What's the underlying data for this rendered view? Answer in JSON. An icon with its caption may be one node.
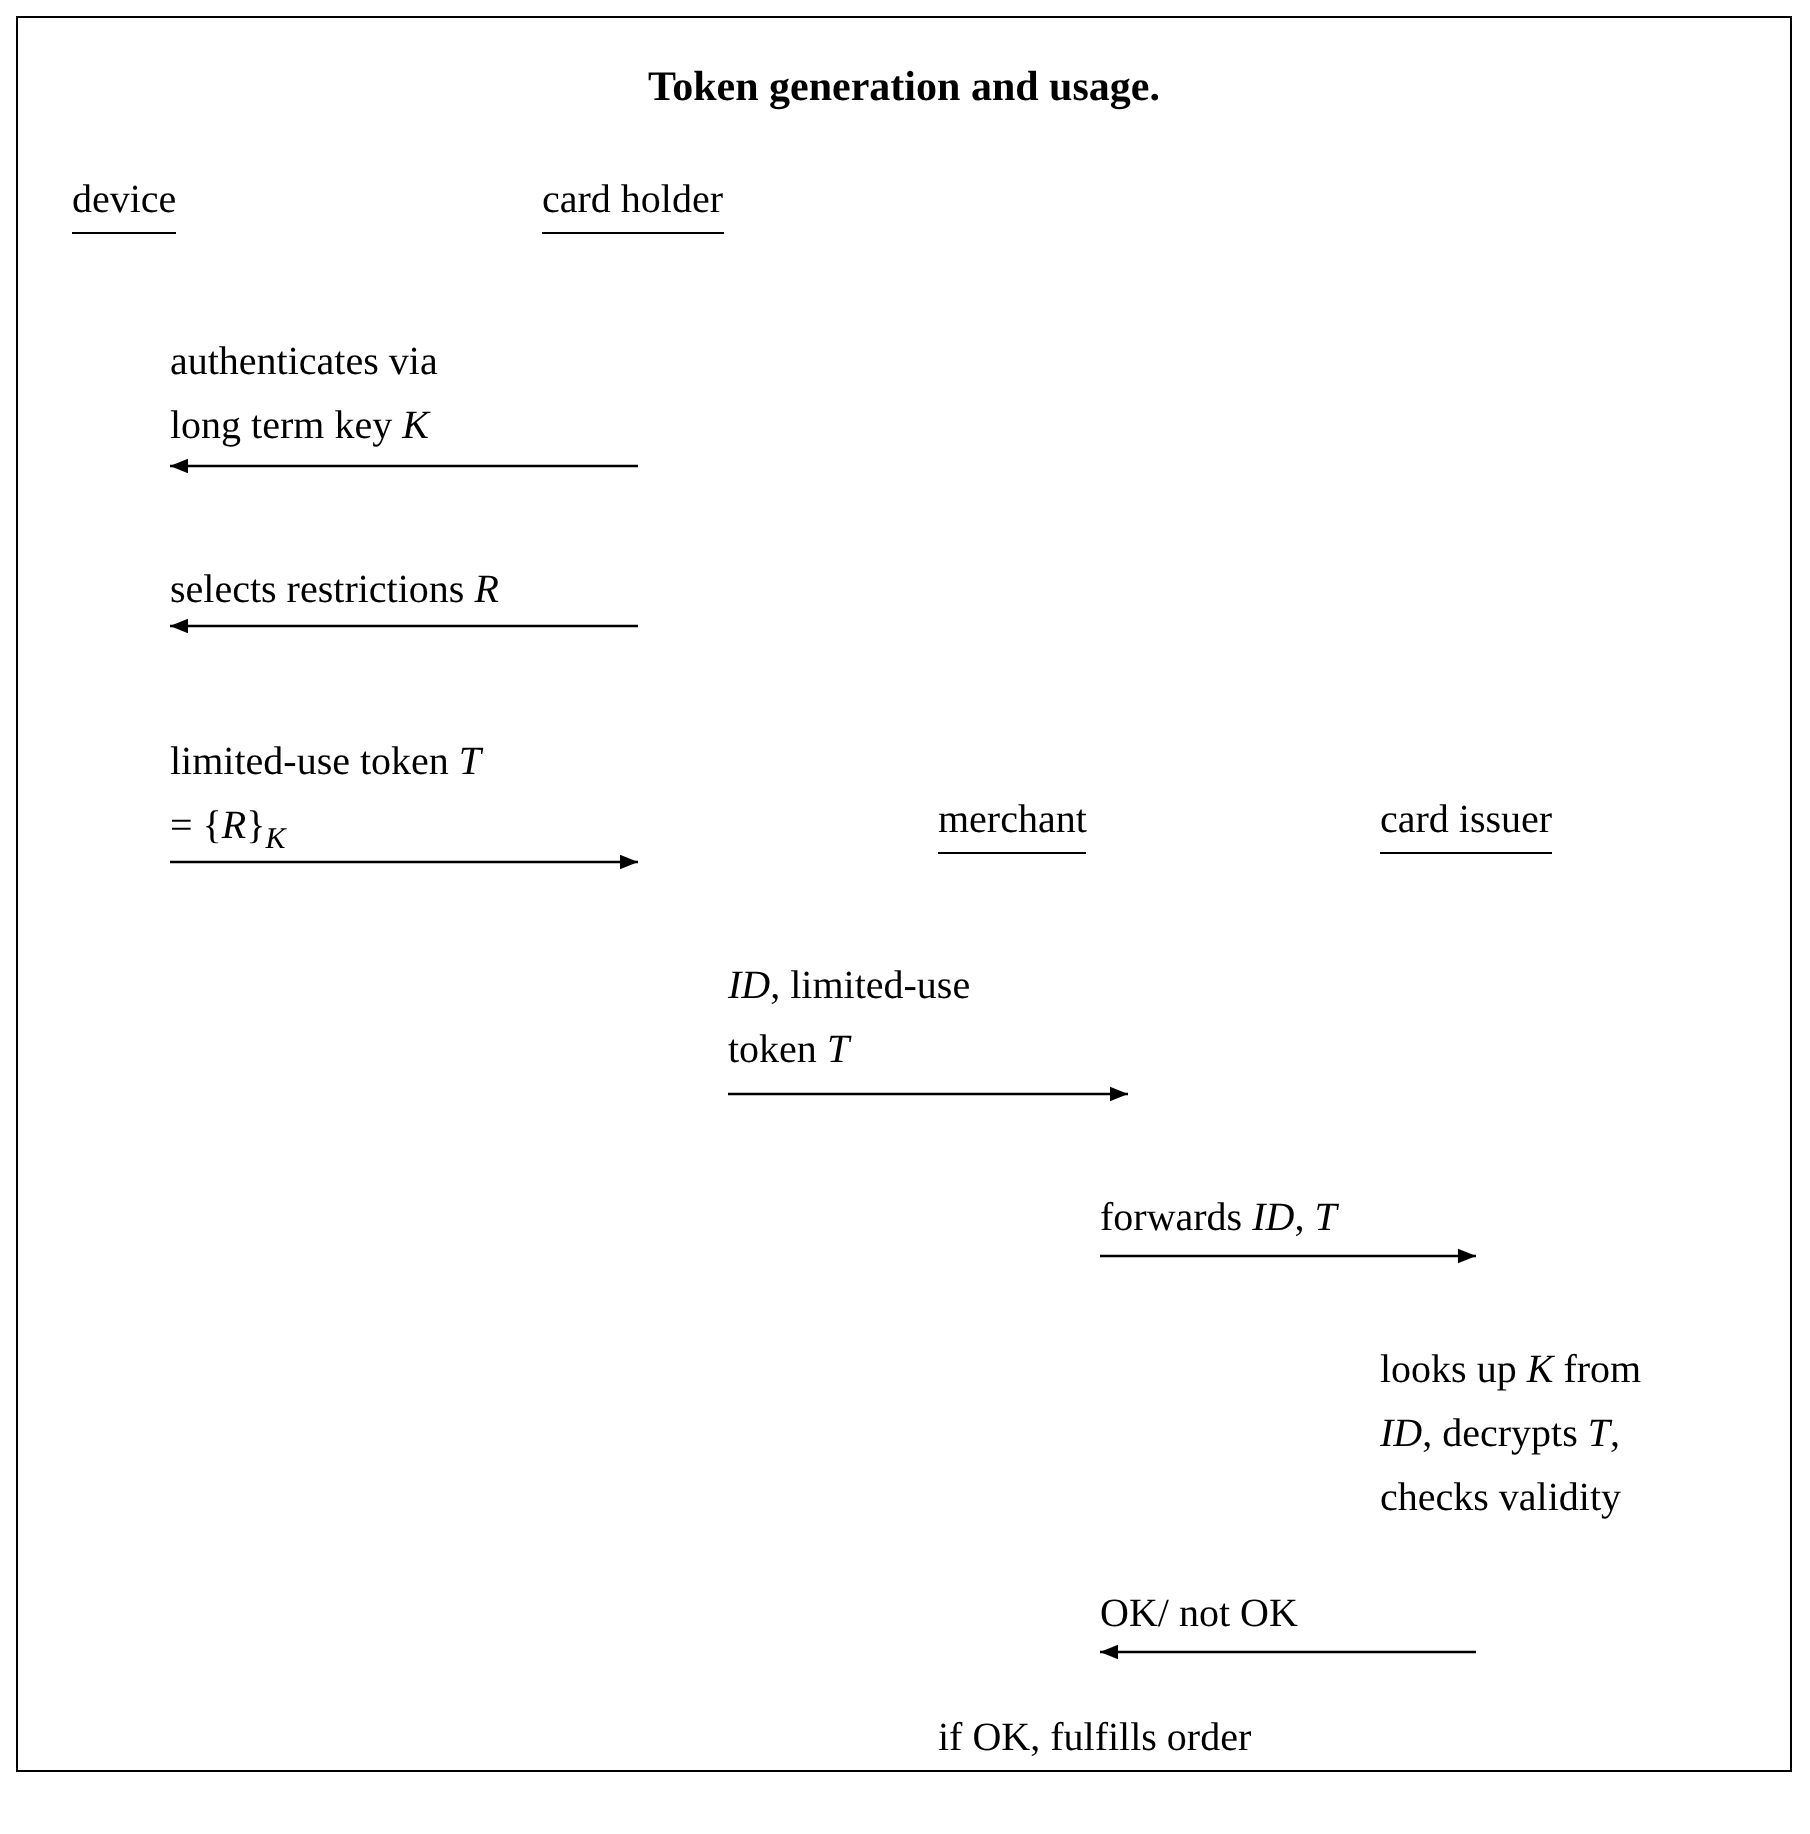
{
  "diagram": {
    "title": "Token generation and usage.",
    "nodes": [
      {
        "text": [
          "device"
        ]
      },
      {
        "text": [
          "card holder"
        ]
      },
      {
        "text": [
          "merchant"
        ]
      },
      {
        "text": [
          "card issuer"
        ]
      }
    ],
    "labels": [
      "authenticates via long term key *K*",
      "selects restrictions *R*",
      "limited-use token *T* = {*R*}$_{K}$",
      "*ID*, limited-use token *T*",
      "forwards *ID*, *T*",
      "looks up *K* from *ID*, decrypts *T*, checks validity",
      "OK/ not OK",
      "if OK, fulfills order"
    ]
  }
}
